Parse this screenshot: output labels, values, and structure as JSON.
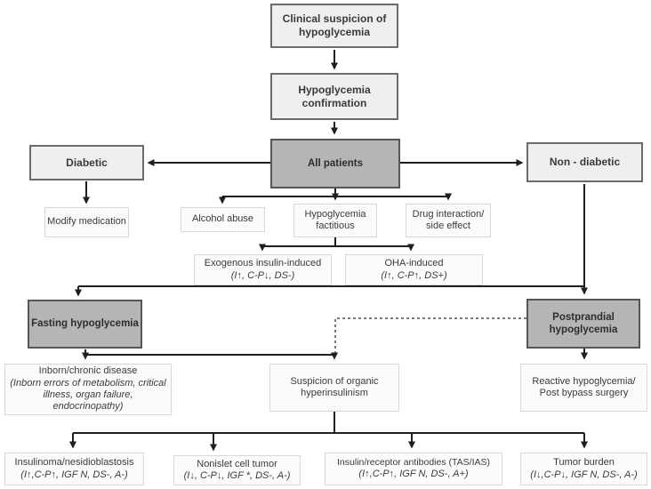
{
  "diagram": {
    "type": "flowchart",
    "subject": "Diagnostic work-up of hypoglycemia"
  },
  "colors": {
    "box_fill_light": "#efefee",
    "box_border_dark": "#6b6b6b",
    "box_fill_gray": "#b5b5b5",
    "box_fill_white": "#fbfbfa",
    "box_border_light": "#d8d8d6",
    "connector_line": "#1f1f1f",
    "text": "#3a3a3a"
  },
  "nodes": {
    "clinical_suspicion": {
      "label": "Clinical suspicion of hypoglycemia"
    },
    "hypoglycemia_confirmation": {
      "label": "Hypoglycemia confirmation"
    },
    "all_patients": {
      "label": "All patients"
    },
    "diabetic": {
      "label": "Diabetic"
    },
    "non_diabetic": {
      "label": "Non - diabetic"
    },
    "modify_medication": {
      "label": "Modify medication"
    },
    "alcohol_abuse": {
      "label": "Alcohol abuse"
    },
    "hypoglycemia_factitious": {
      "label": "Hypoglycemia factitious"
    },
    "drug_interaction": {
      "label": "Drug interaction/ side effect"
    },
    "exogenous_insulin": {
      "label": "Exogenous insulin-induced",
      "values": "(I↑, C-P↓, DS-)"
    },
    "oha_induced": {
      "label": "OHA-induced",
      "values": "(I↑, C-P↑, DS+)"
    },
    "fasting": {
      "label": "Fasting hypoglycemia"
    },
    "postprandial": {
      "label": "Postprandial hypoglycemia"
    },
    "inborn_chronic": {
      "label": "Inborn/chronic disease",
      "values": "(Inborn errors of metabolism, critical illness, organ failure, endocrinopathy)"
    },
    "suspicion_organic": {
      "label": "Suspicion of organic hyperinsulinism"
    },
    "reactive": {
      "label": "Reactive hypoglycemia/ Post bypass surgery"
    },
    "insulinoma": {
      "label": "Insulinoma/nesidioblastosis",
      "values": "(I↑,C-P↑, IGF N, DS-, A-)"
    },
    "nonislet": {
      "label": "Nonislet cell tumor",
      "values": "(I↓, C-P↓, IGF *, DS-, A-)"
    },
    "antibodies": {
      "label": "Insulin/receptor antibodies (TAS/IAS)",
      "values": "(I↑,C-P↑, IGF N, DS-, A+)"
    },
    "tumor_burden": {
      "label": "Tumor burden",
      "values": "(I↓,C-P↓, IGF N, DS-, A-)"
    }
  },
  "edges": [
    {
      "from": "clinical_suspicion",
      "to": "hypoglycemia_confirmation",
      "style": "solid"
    },
    {
      "from": "hypoglycemia_confirmation",
      "to": "all_patients",
      "style": "solid"
    },
    {
      "from": "all_patients",
      "to": "diabetic",
      "style": "solid"
    },
    {
      "from": "all_patients",
      "to": "non_diabetic",
      "style": "solid"
    },
    {
      "from": "diabetic",
      "to": "modify_medication",
      "style": "solid"
    },
    {
      "from": "all_patients",
      "to": "alcohol_abuse",
      "style": "solid"
    },
    {
      "from": "all_patients",
      "to": "hypoglycemia_factitious",
      "style": "solid"
    },
    {
      "from": "all_patients",
      "to": "drug_interaction",
      "style": "solid"
    },
    {
      "from": "hypoglycemia_factitious",
      "to": "exogenous_insulin",
      "style": "solid"
    },
    {
      "from": "hypoglycemia_factitious",
      "to": "oha_induced",
      "style": "solid"
    },
    {
      "from": "non_diabetic",
      "to": "fasting",
      "style": "solid"
    },
    {
      "from": "non_diabetic",
      "to": "postprandial",
      "style": "solid"
    },
    {
      "from": "fasting",
      "to": "inborn_chronic",
      "style": "solid"
    },
    {
      "from": "fasting",
      "to": "suspicion_organic",
      "style": "solid"
    },
    {
      "from": "postprandial",
      "to": "suspicion_organic",
      "style": "dashed"
    },
    {
      "from": "postprandial",
      "to": "reactive",
      "style": "solid"
    },
    {
      "from": "suspicion_organic",
      "to": "insulinoma",
      "style": "solid"
    },
    {
      "from": "suspicion_organic",
      "to": "nonislet",
      "style": "solid"
    },
    {
      "from": "suspicion_organic",
      "to": "antibodies",
      "style": "solid"
    },
    {
      "from": "suspicion_organic",
      "to": "tumor_burden",
      "style": "solid"
    }
  ]
}
